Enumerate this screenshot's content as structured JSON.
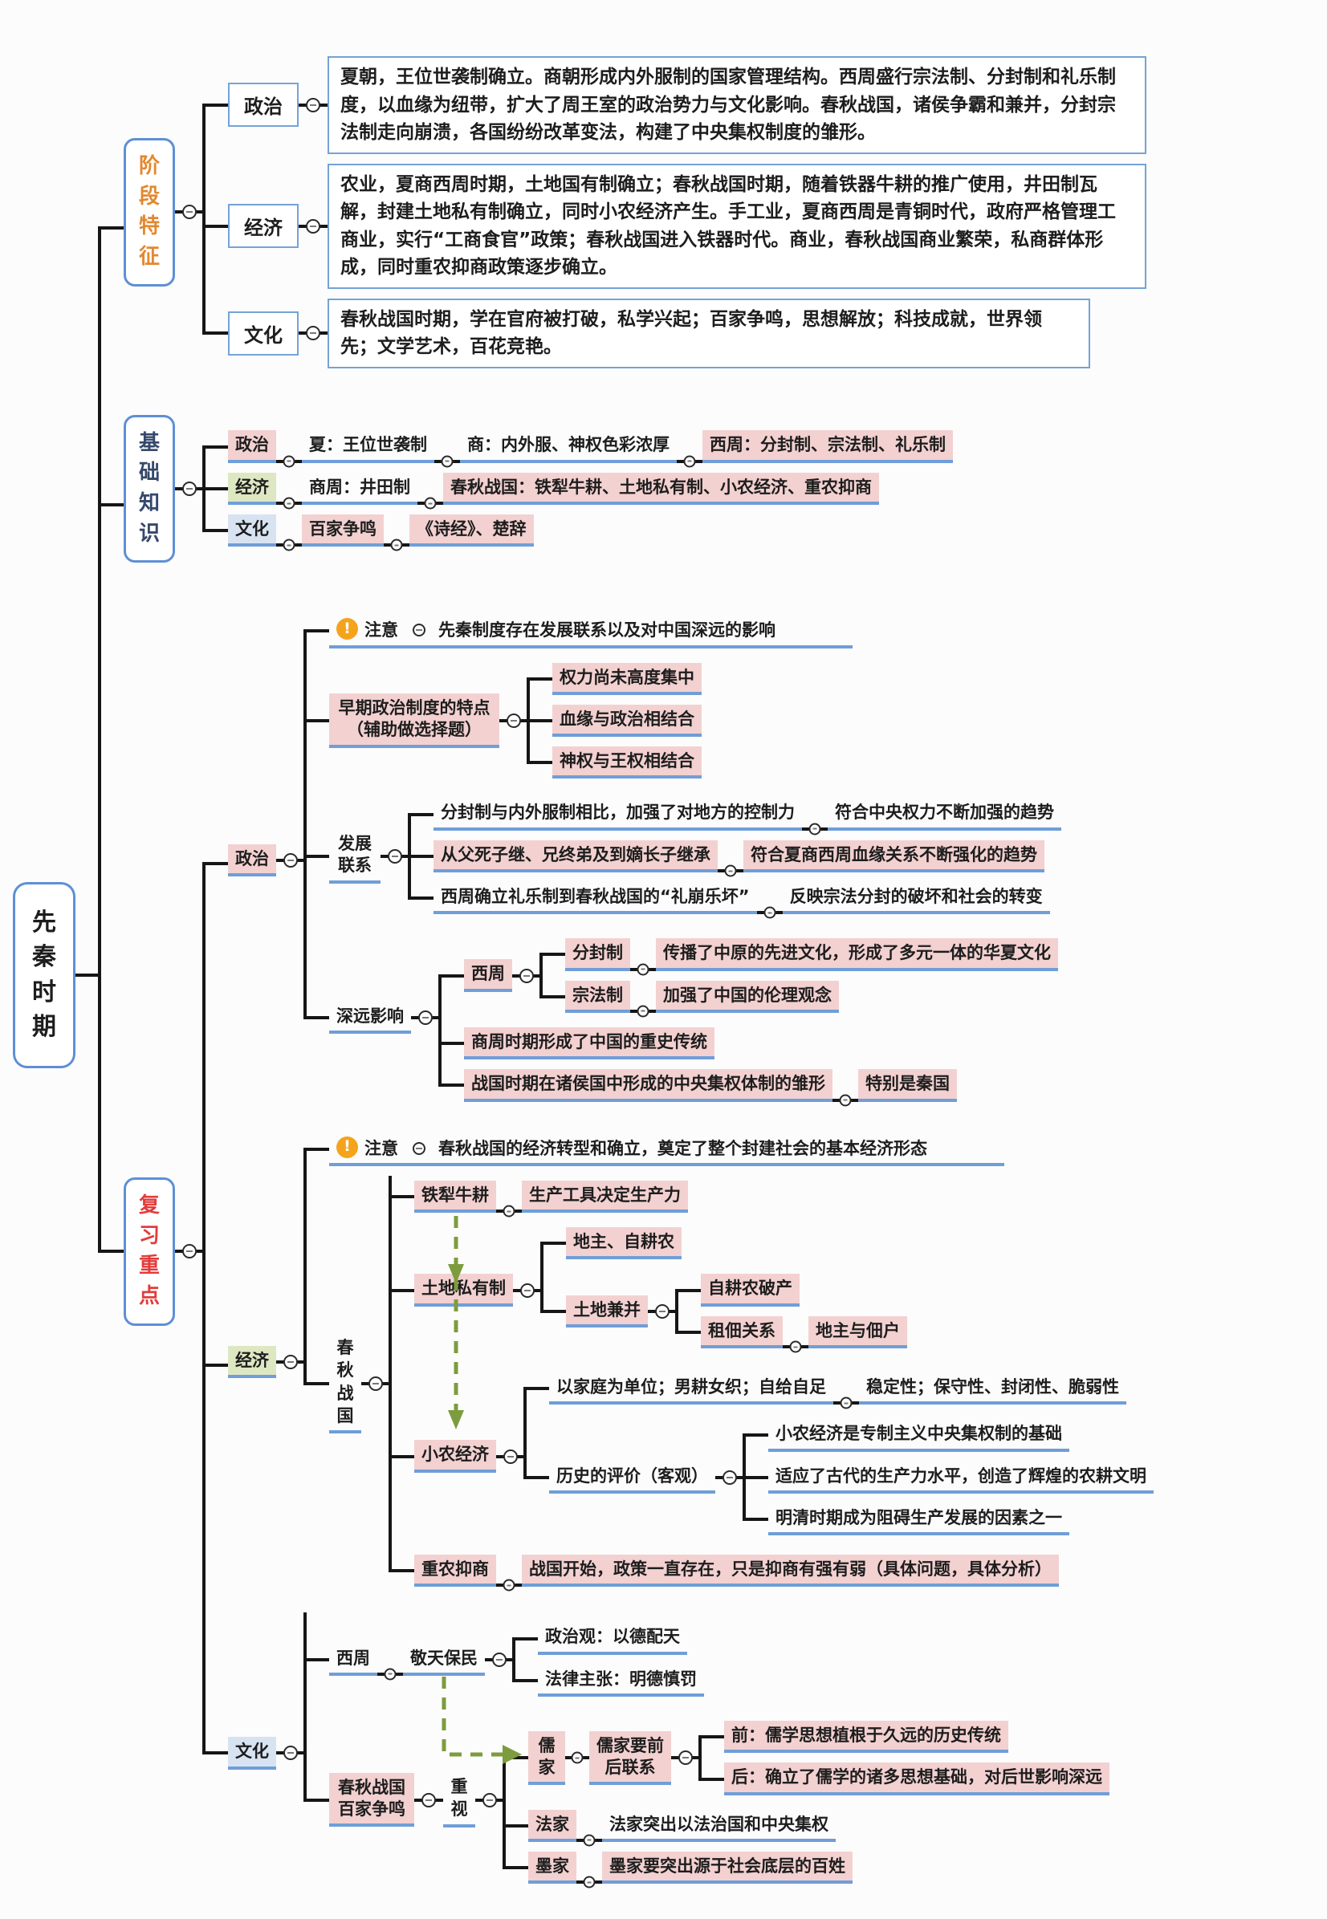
{
  "colors": {
    "underline_blue": "#6f9ed8",
    "highlight_pink": "#f3d1d1",
    "highlight_green": "#dde8c3",
    "highlight_blue": "#d8e3f2",
    "connector_black": "#161616",
    "topic_border_blue": "#5e8fd6",
    "stage_orange": "#e2882f",
    "basics_navy": "#35486b",
    "review_red": "#e23c3c",
    "notice_orange": "#f5a31d",
    "arrow_green": "#7d9c3e"
  },
  "root": {
    "label": "先秦时期"
  },
  "stage": {
    "label": "阶段特征",
    "politics": {
      "label": "政治",
      "text": "夏朝，王位世袭制确立。商朝形成内外服制的国家管理结构。西周盛行宗法制、分封制和礼乐制度，以血缘为纽带，扩大了周王室的政治势力与文化影响。春秋战国，诸侯争霸和兼并，分封宗法制走向崩溃，各国纷纷改革变法，构建了中央集权制度的雏形。"
    },
    "economy": {
      "label": "经济",
      "text": "农业，夏商西周时期，土地国有制确立；春秋战国时期，随着铁器牛耕的推广使用，井田制瓦解，封建土地私有制确立，同时小农经济产生。手工业，夏商西周是青铜时代，政府严格管理工商业，实行“工商食官”政策；春秋战国进入铁器时代。商业，春秋战国商业繁荣，私商群体形成，同时重农抑商政策逐步确立。"
    },
    "culture": {
      "label": "文化",
      "text": "春秋战国时期，学在官府被打破，私学兴起；百家争鸣，思想解放；科技成就，世界领先；文学艺术，百花竞艳。"
    }
  },
  "basics": {
    "label": "基础知识",
    "politics": {
      "label": "政治",
      "items": [
        "夏：王位世袭制",
        "商：内外服、神权色彩浓厚",
        "西周：分封制、宗法制、礼乐制"
      ]
    },
    "economy": {
      "label": "经济",
      "items": [
        "商周：井田制",
        "春秋战国：铁犁牛耕、土地私有制、小农经济、重农抑商"
      ]
    },
    "culture": {
      "label": "文化",
      "items": [
        "百家争鸣",
        "《诗经》、楚辞"
      ]
    }
  },
  "review": {
    "label": "复习重点",
    "politics": {
      "label": "政治",
      "notice": {
        "label": "注意",
        "text": "先秦制度存在发展联系以及对中国深远的影响"
      },
      "early": {
        "label": "早期政治制度的特点（辅助做选择题）",
        "items": [
          "权力尚未高度集中",
          "血缘与政治相结合",
          "神权与王权相结合"
        ]
      },
      "development": {
        "label": "发展联系",
        "rows": [
          {
            "a": "分封制与内外服制相比，加强了对地方的控制力",
            "b": "符合中央权力不断加强的趋势"
          },
          {
            "a": "从父死子继、兄终弟及到嫡长子继承",
            "b": "符合夏商西周血缘关系不断强化的趋势"
          },
          {
            "a": "西周确立礼乐制到春秋战国的“礼崩乐坏”",
            "b": "反映宗法分封的破坏和社会的转变"
          }
        ]
      },
      "influence": {
        "label": "深远影响",
        "xizhou": {
          "label": "西周",
          "fengjian": {
            "a": "分封制",
            "b": "传播了中原的先进文化，形成了多元一体的华夏文化"
          },
          "zongfa": {
            "a": "宗法制",
            "b": "加强了中国的伦理观念"
          }
        },
        "shangzhou": "商周时期形成了中国的重史传统",
        "zhanguo": {
          "a": "战国时期在诸侯国中形成的中央集权体制的雏形",
          "b": "特别是秦国"
        }
      }
    },
    "economy": {
      "label": "经济",
      "notice": {
        "label": "注意",
        "text": "春秋战国的经济转型和确立，奠定了整个封建社会的基本经济形态"
      },
      "chunqiu": {
        "label": "春秋战国",
        "tieli": {
          "a": "铁犁牛耕",
          "b": "生产工具决定生产力"
        },
        "tudi": {
          "label": "土地私有制",
          "dizhu": "地主、自耕农",
          "jianbing": {
            "label": "土地兼并",
            "pochan": "自耕农破产",
            "zudian": {
              "a": "租佃关系",
              "b": "地主与佃户"
            }
          }
        },
        "xiaonong": {
          "label": "小农经济",
          "traits": {
            "a": "以家庭为单位；男耕女织；自给自足",
            "b": "稳定性；保守性、封闭性、脆弱性"
          },
          "pingjia": {
            "label": "历史的评价（客观）",
            "items": [
              "小农经济是专制主义中央集权制的基础",
              "适应了古代的生产力水平，创造了辉煌的农耕文明",
              "明清时期成为阻碍生产发展的因素之一"
            ]
          }
        },
        "zhongnong": {
          "a": "重农抑商",
          "b": "战国开始，政策一直存在，只是抑商有强有弱（具体问题，具体分析）"
        }
      }
    },
    "culture": {
      "label": "文化",
      "xizhou": {
        "a": "西周",
        "b": "敬天保民",
        "items": [
          "政治观：以德配天",
          "法律主张：明德慎罚"
        ]
      },
      "baijia": {
        "label": "春秋战国百家争鸣",
        "mid": "重视",
        "rujia": {
          "a": "儒家",
          "b": "儒家要前后联系",
          "items": [
            "前：儒学思想植根于久远的历史传统",
            "后：确立了儒学的诸多思想基础，对后世影响深远"
          ]
        },
        "fajia": {
          "a": "法家",
          "b": "法家突出以法治国和中央集权"
        },
        "mojia": {
          "a": "墨家",
          "b": "墨家要突出源于社会底层的百姓"
        }
      }
    }
  }
}
